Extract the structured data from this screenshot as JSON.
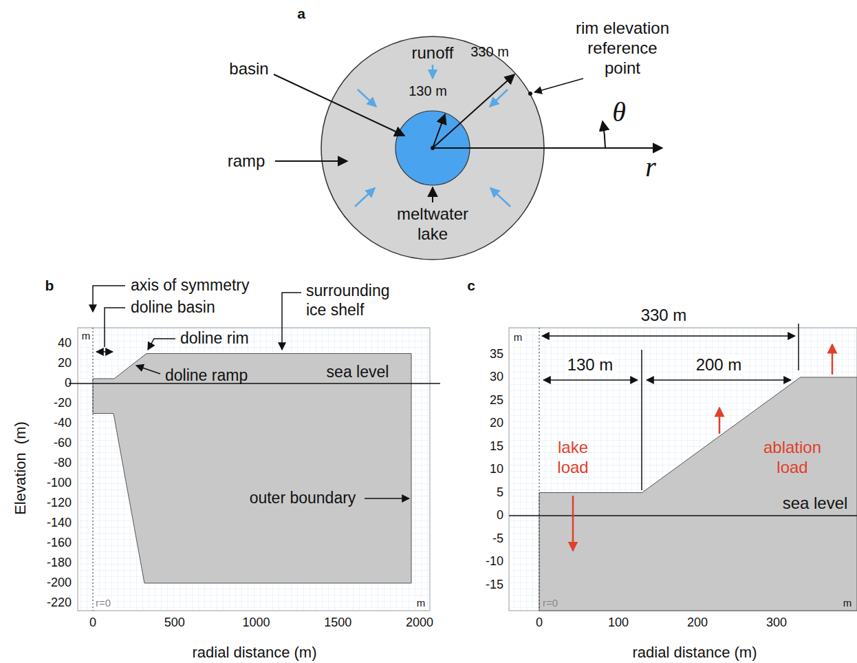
{
  "diagram": {
    "labels": [
      "a",
      "rim elevation reference point",
      "runoff",
      "basin",
      "330 m",
      "130 m",
      "θ",
      "ramp",
      "r",
      "meltwater lake",
      "b",
      "axis of symmetry",
      "doline basin",
      "surrounding ice shelf",
      "doline rim",
      "doline ramp",
      "sea level",
      "outer boundary",
      "m",
      "40",
      "20",
      "0",
      "-20",
      "-40",
      "-60",
      "-80",
      "-100",
      "-120",
      "-140",
      "-160",
      "-180",
      "-200",
      "-220",
      "r=0",
      "m",
      "0",
      "500",
      "1000",
      "1500",
      "2000",
      "radial distance (m)",
      "Elevation  (m)",
      "c",
      "330 m",
      "130 m",
      "200 m",
      "35",
      "30",
      "25",
      "20",
      "15",
      "10",
      "5",
      "0",
      "-5",
      "-10",
      "-15",
      "lake load",
      "ablation load",
      "sea level",
      "m",
      "r=0",
      "m",
      "0",
      "100",
      "200",
      "300",
      "radial distance (m)"
    ]
  }
}
